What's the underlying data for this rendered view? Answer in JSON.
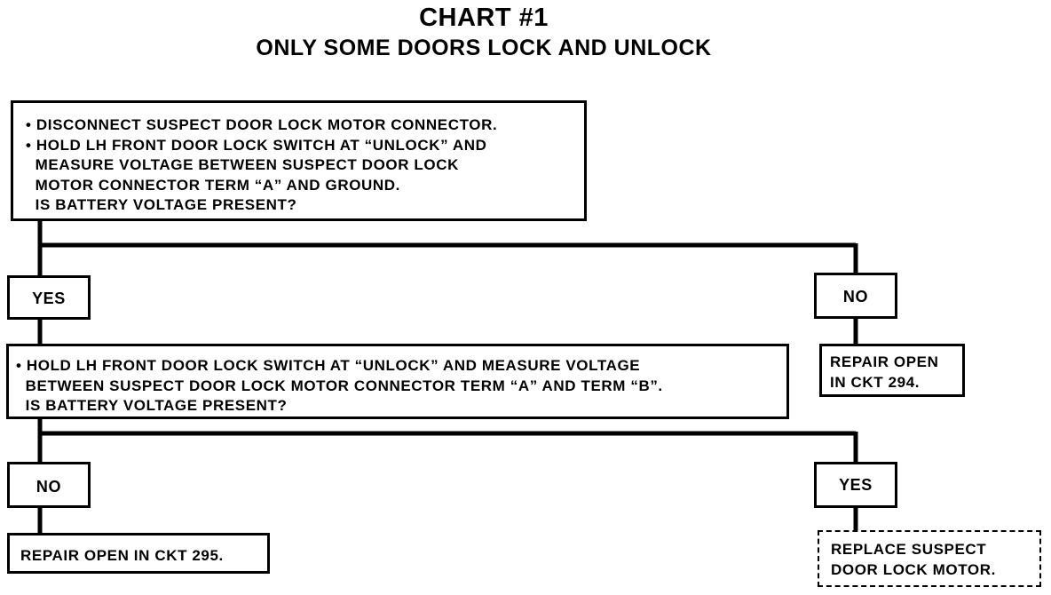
{
  "header": {
    "title": "CHART #1",
    "subtitle": "ONLY SOME DOORS LOCK AND UNLOCK"
  },
  "steps": {
    "step1": "• DISCONNECT SUSPECT DOOR LOCK MOTOR CONNECTOR.\n• HOLD LH FRONT DOOR LOCK SWITCH AT “UNLOCK” AND\n  MEASURE VOLTAGE BETWEEN SUSPECT DOOR LOCK\n  MOTOR CONNECTOR TERM “A” AND GROUND.\n  IS BATTERY VOLTAGE PRESENT?",
    "step2": "• HOLD LH FRONT DOOR LOCK SWITCH AT “UNLOCK” AND MEASURE VOLTAGE\n  BETWEEN SUSPECT DOOR LOCK MOTOR CONNECTOR TERM “A” AND TERM “B”.\n  IS BATTERY VOLTAGE PRESENT?"
  },
  "answers": {
    "yes1": "YES",
    "no1": "NO",
    "no2": "NO",
    "yes2": "YES"
  },
  "results": {
    "repair294": "REPAIR OPEN\nIN CKT 294.",
    "repair295": "REPAIR OPEN IN CKT 295.",
    "replace_motor": "REPLACE SUSPECT\nDOOR LOCK MOTOR."
  },
  "colors": {
    "line": "#000000",
    "background": "#ffffff"
  }
}
